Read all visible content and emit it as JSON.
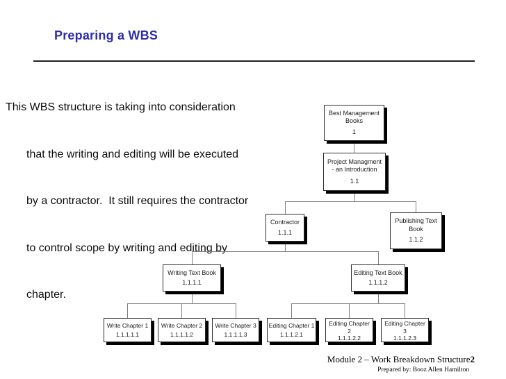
{
  "slide": {
    "title": "Preparing a WBS",
    "body_lines": [
      "This WBS structure is taking into consideration",
      "that the writing and editing will be executed",
      "by a contractor.  It still requires the contractor",
      "to control scope by writing and editing by",
      "chapter."
    ],
    "footer": {
      "module_label": "Module 2 – Work Breakdown Structure",
      "page_number": "2",
      "prepared_by": "Prepared by: Booz Allen Hamilton"
    },
    "colors": {
      "title_blue": "#2e2ea8",
      "connector_gray": "#7d7d7d",
      "box_border": "#2b2b2b",
      "box_shadow": "#000000"
    }
  },
  "wbs": {
    "nodes": [
      {
        "label": "Best Management\nBooks",
        "code": "1"
      },
      {
        "label": "Project Managment\n- an Introduction",
        "code": "1.1"
      },
      {
        "label": "Contractor",
        "code": "1.1.1"
      },
      {
        "label": "Publishing Text\nBook",
        "code": "1.1.2"
      },
      {
        "label": "Writing Text Book",
        "code": "1.1.1.1"
      },
      {
        "label": "Editing Text Book",
        "code": "1.1.1.2"
      },
      {
        "label": "Write Chapter 1",
        "code": "1.1.1.1.1"
      },
      {
        "label": "Write Chapter 2",
        "code": "1.1.1.1.2"
      },
      {
        "label": "Write Chapter 3",
        "code": "1.1.1.1.3"
      },
      {
        "label": "Editing Chapter 1",
        "code": "1.1.1.2.1"
      },
      {
        "label": "Editing Chapter 2",
        "code": "1.1.1.2.2"
      },
      {
        "label": "Editing Chapter 3",
        "code": "1.1.1.2.3"
      }
    ]
  }
}
